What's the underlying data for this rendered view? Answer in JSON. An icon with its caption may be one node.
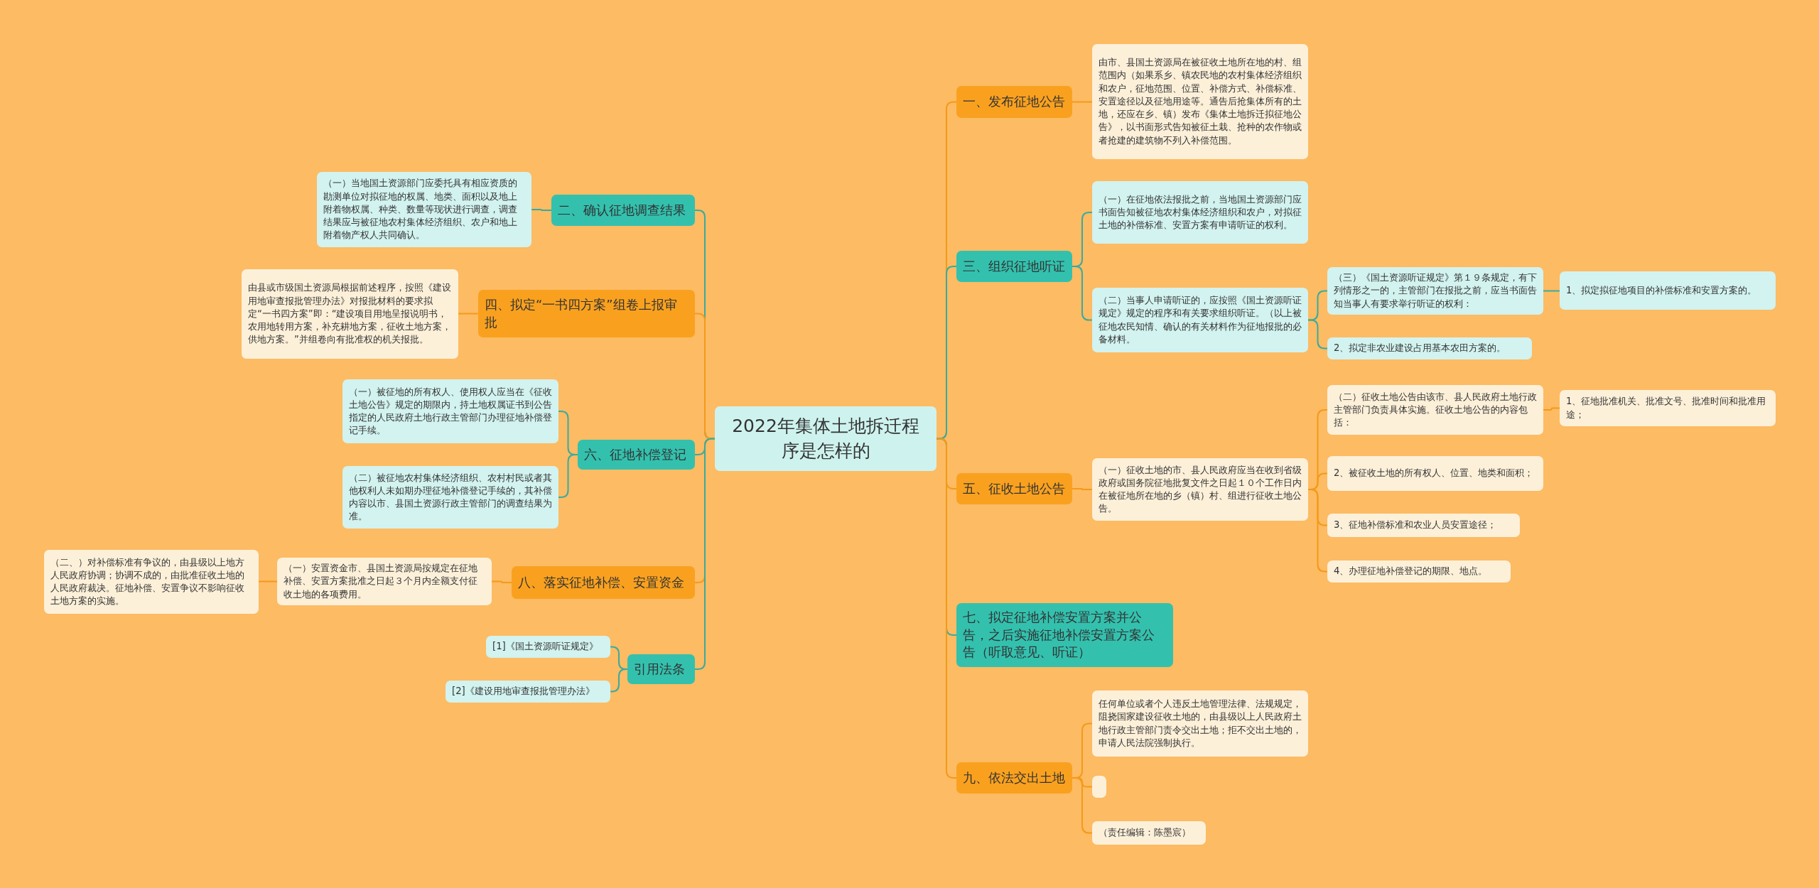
{
  "diagram": {
    "nodes": [
      {
        "text": [
          "2022年集体土地拆迁程序是怎样的"
        ]
      },
      {
        "text": [
          "一、发布征地公告"
        ]
      },
      {
        "text": [
          "由市、县国土资源局在被征收土地所在地的村、组范围内（如果系乡、镇农民地的农村集体经济组织和农户，征地范围、位置、补偿方式、补偿标准、安置途径以及征地用途等。通告后抢集体所有的土地，还应在乡、镇）发布《集体土地拆迁拟征地公告》，以书面形式告知被征土栽、抢种的农作物或者抢建的建筑物不列入补偿范围。"
        ]
      },
      {
        "text": [
          "三、组织征地听证"
        ]
      },
      {
        "text": [
          "（一）在征地依法报批之前，当地国土资源部门应书面告知被征地农村集体经济组织和农户，对拟征土地的补偿标准、安置方案有申请听证的权利。"
        ]
      },
      {
        "text": [
          "（二）当事人申请听证的，应按照《国土资源听证规定》规定的程序和有关要求组织听证。（以上被征地农民知情、确认的有关材料作为征地报批的必备材料。"
        ]
      },
      {
        "text": [
          "（三）《国土资源听证规定》第１９条规定，有下列情形之一的，主管部门在报批之前，应当书面告知当事人有要求举行听证的权利："
        ]
      },
      {
        "text": [
          "1、拟定拟征地项目的补偿标准和安置方案的。"
        ]
      },
      {
        "text": [
          "2、拟定非农业建设占用基本农田方案的。"
        ]
      },
      {
        "text": [
          "五、征收土地公告"
        ]
      },
      {
        "text": [
          "（一）征收土地的市、县人民政府应当在收到省级政府或国务院征地批复文件之日起１０个工作日内在被征地所在地的乡（镇）村、组进行征收土地公告。"
        ]
      },
      {
        "text": [
          "（二）征收土地公告由该市、县人民政府土地行政主管部门负责具体实施。征收土地公告的内容包括："
        ]
      },
      {
        "text": [
          "1、征地批准机关、批准文号、批准时间和批准用途；"
        ]
      },
      {
        "text": [
          "2、被征收土地的所有权人、位置、地类和面积；"
        ]
      },
      {
        "text": [
          "3、征地补偿标准和农业人员安置途径；"
        ]
      },
      {
        "text": [
          "4、办理征地补偿登记的期限、地点。"
        ]
      },
      {
        "text": [
          "七、拟定征地补偿安置方案并公告，之后实施征地补偿安置方案公告（听取意见、听证）"
        ]
      },
      {
        "text": [
          "九、依法交出土地"
        ]
      },
      {
        "text": [
          "任何单位或者个人违反土地管理法律、法规规定，阻挠国家建设征收土地的，由县级以上人民政府土地行政主管部门责令交出土地；拒不交出土地的，申请人民法院强制执行。"
        ]
      },
      {
        "text": [],
        "shape": "box"
      },
      {
        "text": [
          "（责任编辑：陈墨宸）"
        ]
      },
      {
        "text": [
          "二、确认征地调查结果"
        ]
      },
      {
        "text": [
          "（一）当地国土资源部门应委托具有相应资质的勘测单位对拟征地的权属、地类、面积以及地上附着物权属、种类、数量等现状进行调查，调查结果应与被征地农村集体经济组织、农户和地上附着物产权人共同确认。"
        ]
      },
      {
        "text": [
          "四、拟定“一书四方案”组卷上报审批"
        ]
      },
      {
        "text": [
          "由县或市级国土资源局根据前述程序，按照《建设用地审查报批管理办法》对报批材料的要求拟定“一书四方案”即：“建设项目用地呈报说明书，农用地转用方案，补充耕地方案，征收土地方案，供地方案。”并组卷向有批准权的机关报批。"
        ]
      },
      {
        "text": [
          "六、征地补偿登记"
        ]
      },
      {
        "text": [
          "（一）被征地的所有权人、使用权人应当在《征收土地公告》规定的期限内，持土地权属证书到公告指定的人民政府土地行政主管部门办理征地补偿登记手续。"
        ]
      },
      {
        "text": [
          "（二）被征地农村集体经济组织、农村村民或者其他权利人未如期办理征地补偿登记手续的，其补偿内容以市、县国土资源行政主管部门的调查结果为准。"
        ]
      },
      {
        "text": [
          "八、落实征地补偿、安置资金"
        ]
      },
      {
        "text": [
          "（一）安置资金市、县国土资源局按规定在征地补偿、安置方案批准之日起３个月内全额支付征收土地的各项费用。"
        ]
      },
      {
        "text": [
          "（二、）对补偿标准有争议的，由县级以上地方人民政府协调；协调不成的，由批准征收土地的人民政府裁决。征地补偿、安置争议不影响征收土地方案的实施。"
        ]
      },
      {
        "text": [
          "引用法条"
        ]
      },
      {
        "text": [
          "[1]《国土资源听证规定》"
        ]
      },
      {
        "text": [
          "[2]《建设用地审查报批管理办法》"
        ]
      }
    ],
    "edges": [
      {
        "from": 0,
        "to": 1,
        "arrow": "none"
      },
      {
        "from": 1,
        "to": 2,
        "arrow": "none"
      },
      {
        "from": 0,
        "to": 3,
        "arrow": "none",
        "color": "#3aab9e"
      },
      {
        "from": 3,
        "to": 4,
        "arrow": "none",
        "color": "#3aab9e"
      },
      {
        "from": 3,
        "to": 5,
        "arrow": "none",
        "color": "#3aab9e"
      },
      {
        "from": 5,
        "to": 6,
        "arrow": "none",
        "color": "#3aab9e"
      },
      {
        "from": 6,
        "to": 7,
        "arrow": "none",
        "color": "#3aab9e"
      },
      {
        "from": 5,
        "to": 8,
        "arrow": "none",
        "color": "#3aab9e"
      },
      {
        "from": 0,
        "to": 9,
        "arrow": "none"
      },
      {
        "from": 9,
        "to": 10,
        "arrow": "none"
      },
      {
        "from": 10,
        "to": 11,
        "arrow": "none"
      },
      {
        "from": 11,
        "to": 12,
        "arrow": "none"
      },
      {
        "from": 10,
        "to": 13,
        "arrow": "none"
      },
      {
        "from": 10,
        "to": 14,
        "arrow": "none"
      },
      {
        "from": 10,
        "to": 15,
        "arrow": "none"
      },
      {
        "from": 0,
        "to": 16,
        "arrow": "none",
        "color": "#3aab9e"
      },
      {
        "from": 0,
        "to": 17,
        "arrow": "none"
      },
      {
        "from": 17,
        "to": 18,
        "arrow": "none"
      },
      {
        "from": 17,
        "to": 19,
        "arrow": "none"
      },
      {
        "from": 17,
        "to": 20,
        "arrow": "none"
      },
      {
        "from": 0,
        "to": 21,
        "arrow": "none",
        "color": "#3aab9e"
      },
      {
        "from": 21,
        "to": 22,
        "arrow": "none",
        "color": "#3aab9e"
      },
      {
        "from": 0,
        "to": 23,
        "arrow": "none"
      },
      {
        "from": 23,
        "to": 24,
        "arrow": "none"
      },
      {
        "from": 0,
        "to": 25,
        "arrow": "none",
        "color": "#3aab9e"
      },
      {
        "from": 25,
        "to": 26,
        "arrow": "none",
        "color": "#3aab9e"
      },
      {
        "from": 25,
        "to": 27,
        "arrow": "none",
        "color": "#3aab9e"
      },
      {
        "from": 0,
        "to": 28,
        "arrow": "none"
      },
      {
        "from": 28,
        "to": 29,
        "arrow": "none"
      },
      {
        "from": 29,
        "to": 30,
        "arrow": "none"
      },
      {
        "from": 0,
        "to": 31,
        "arrow": "none",
        "color": "#3aab9e"
      },
      {
        "from": 31,
        "to": 32,
        "arrow": "none",
        "color": "#3aab9e"
      },
      {
        "from": 31,
        "to": 33,
        "arrow": "none",
        "color": "#3aab9e"
      }
    ]
  }
}
